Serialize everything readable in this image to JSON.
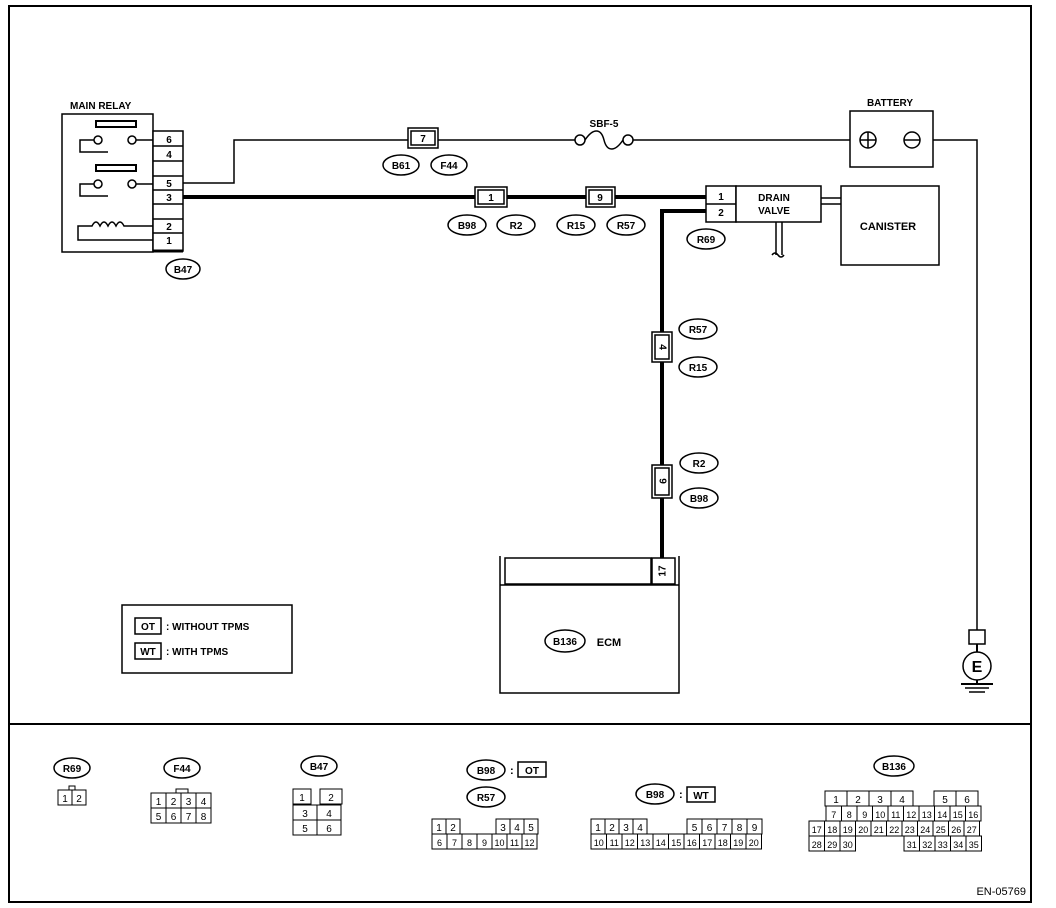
{
  "labels": {
    "main_relay": "MAIN RELAY",
    "battery": "BATTERY",
    "sbf": "SBF-5",
    "drain_valve_1": "DRAIN",
    "drain_valve_2": "VALVE",
    "canister": "CANISTER",
    "ecm": "ECM",
    "earth": "E",
    "figure_id": "EN-05769"
  },
  "relay_pins": [
    "6",
    "4",
    "5",
    "3",
    "2",
    "1"
  ],
  "connectors": {
    "b47": "B47",
    "b61": "B61",
    "f44": "F44",
    "b98": "B98",
    "r2": "R2",
    "r15": "R15",
    "r57": "R57",
    "r69": "R69",
    "b136": "B136"
  },
  "pins": {
    "fuse_top": "7",
    "b98_r2": "1",
    "r15_r57": "9",
    "dv_1": "1",
    "dv_2": "2",
    "v_r57": "4",
    "v_r2": "9",
    "ecm_pin": "17"
  },
  "legend": {
    "ot_tag": "OT",
    "ot_text": ": WITHOUT TPMS",
    "wt_tag": "WT",
    "wt_text": ": WITH TPMS"
  },
  "footer": {
    "r69_name": "R69",
    "r69_pins": [
      "1",
      "2"
    ],
    "f44_name": "F44",
    "f44_rows": [
      [
        "1",
        "2",
        "3",
        "4"
      ],
      [
        "5",
        "6",
        "7",
        "8"
      ]
    ],
    "b47_name": "B47",
    "b47_rows": [
      [
        "1",
        "2"
      ],
      [
        "3",
        "4"
      ],
      [
        "5",
        "6"
      ]
    ],
    "b98_ot_name": "B98",
    "ot_tag": "OT",
    "colon": ":",
    "r57_name": "R57",
    "r57_top": [
      "1",
      "2",
      "3",
      "4",
      "5"
    ],
    "r57_bottom": [
      "6",
      "7",
      "8",
      "9",
      "10",
      "11",
      "12"
    ],
    "b98_wt_name": "B98",
    "wt_tag": "WT",
    "b98wt_top": [
      "1",
      "2",
      "3",
      "4",
      "5",
      "6",
      "7",
      "8",
      "9"
    ],
    "b98wt_bottom": [
      "10",
      "11",
      "12",
      "13",
      "14",
      "15",
      "16",
      "17",
      "18",
      "19",
      "20"
    ],
    "b136_name": "B136",
    "b136_row1a": [
      "1",
      "2",
      "3",
      "4"
    ],
    "b136_row1b": [
      "5",
      "6"
    ],
    "b136_row2": [
      "7",
      "8",
      "9",
      "10",
      "11",
      "12",
      "13",
      "14",
      "15",
      "16"
    ],
    "b136_row3": [
      "17",
      "18",
      "19",
      "20",
      "21",
      "22",
      "23",
      "24",
      "25",
      "26",
      "27"
    ],
    "b136_row4a": [
      "28",
      "29",
      "30"
    ],
    "b136_row4b": [
      "31",
      "32",
      "33",
      "34",
      "35"
    ]
  }
}
